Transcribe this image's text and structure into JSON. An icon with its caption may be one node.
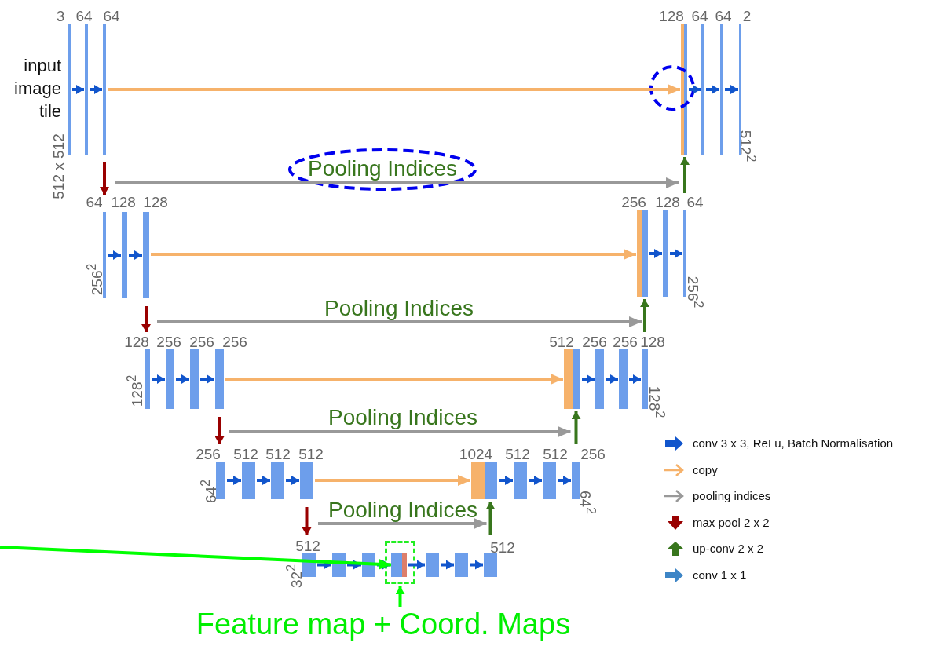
{
  "diagram": {
    "nodes": [
      {
        "text": [],
        "shape": "bar",
        "beside": [
          "3"
        ]
      },
      {
        "text": [],
        "shape": "bar",
        "beside": [
          "64"
        ]
      },
      {
        "text": [],
        "shape": "bar",
        "beside": [
          "64"
        ]
      },
      {
        "text": [],
        "shape": "bar",
        "beside": [
          "128"
        ]
      },
      {
        "text": [],
        "shape": "bar",
        "beside": [
          "64"
        ]
      },
      {
        "text": [],
        "shape": "bar",
        "beside": [
          "64"
        ]
      },
      {
        "text": [],
        "shape": "bar",
        "beside": [
          "2"
        ]
      },
      {
        "text": [],
        "shape": "bar",
        "beside": [
          "64"
        ]
      },
      {
        "text": [],
        "shape": "bar",
        "beside": [
          "128"
        ]
      },
      {
        "text": [],
        "shape": "bar",
        "beside": [
          "128"
        ]
      },
      {
        "text": [],
        "shape": "bar",
        "beside": [
          "256"
        ]
      },
      {
        "text": [],
        "shape": "bar",
        "beside": [
          "128"
        ]
      },
      {
        "text": [],
        "shape": "bar",
        "beside": [
          "64"
        ]
      },
      {
        "text": [],
        "shape": "bar",
        "beside": [
          "128"
        ]
      },
      {
        "text": [],
        "shape": "bar",
        "beside": [
          "256"
        ]
      },
      {
        "text": [],
        "shape": "bar",
        "beside": [
          "256"
        ]
      },
      {
        "text": [],
        "shape": "bar",
        "beside": [
          "256"
        ]
      },
      {
        "text": [],
        "shape": "bar",
        "beside": [
          "512"
        ]
      },
      {
        "text": [],
        "shape": "bar",
        "beside": [
          "256"
        ]
      },
      {
        "text": [],
        "shape": "bar",
        "beside": [
          "256"
        ]
      },
      {
        "text": [],
        "shape": "bar",
        "beside": [
          "128"
        ]
      },
      {
        "text": [],
        "shape": "bar",
        "beside": [
          "256"
        ]
      },
      {
        "text": [],
        "shape": "bar",
        "beside": [
          "512"
        ]
      },
      {
        "text": [],
        "shape": "bar",
        "beside": [
          "512"
        ]
      },
      {
        "text": [],
        "shape": "bar",
        "beside": [
          "512"
        ]
      },
      {
        "text": [],
        "shape": "bar",
        "beside": [
          "1024"
        ]
      },
      {
        "text": [],
        "shape": "bar",
        "beside": [
          "512"
        ]
      },
      {
        "text": [],
        "shape": "bar",
        "beside": [
          "512"
        ]
      },
      {
        "text": [],
        "shape": "bar",
        "beside": [
          "256"
        ]
      },
      {
        "text": [],
        "shape": "bar",
        "beside": [
          "512"
        ]
      },
      {
        "text": [],
        "shape": "bar"
      },
      {
        "text": [],
        "shape": "bar"
      },
      {
        "text": [],
        "shape": "box"
      },
      {
        "text": [],
        "shape": "bar",
        "in": 32
      },
      {
        "text": [],
        "shape": "bar"
      },
      {
        "text": [],
        "shape": "bar"
      },
      {
        "text": [],
        "shape": "bar",
        "beside": [
          "512"
        ]
      },
      {
        "text": [
          "Feature map + Coord. Maps"
        ]
      }
    ],
    "edges": [
      {
        "from": 0,
        "to": 1,
        "arrow": "to"
      },
      {
        "from": 1,
        "to": 2,
        "arrow": "to"
      },
      {
        "from": 3,
        "to": 4,
        "arrow": "to"
      },
      {
        "from": 4,
        "to": 5,
        "arrow": "to"
      },
      {
        "from": 5,
        "to": 6,
        "arrow": "to"
      },
      {
        "from": 2,
        "to": 3,
        "arrow": "to",
        "color": "#f6b26b"
      },
      {
        "from": 2,
        "to": 7,
        "arrow": "to",
        "color": "#990000"
      },
      {
        "from": null,
        "to": 3,
        "arrow": "to",
        "color": "#999999"
      },
      {
        "from": 12,
        "to": 3,
        "arrow": "to",
        "color": "#38761d"
      },
      {
        "from": 7,
        "to": 8,
        "arrow": "to"
      },
      {
        "from": 8,
        "to": 9,
        "arrow": "to"
      },
      {
        "from": 10,
        "to": 11,
        "arrow": "to"
      },
      {
        "from": 11,
        "to": 12,
        "arrow": "to"
      },
      {
        "from": 9,
        "to": 10,
        "arrow": "to",
        "color": "#f6b26b"
      },
      {
        "from": 9,
        "to": 13,
        "arrow": "to",
        "color": "#990000"
      },
      {
        "from": null,
        "to": 10,
        "arrow": "to",
        "color": "#999999"
      },
      {
        "from": 20,
        "to": 10,
        "arrow": "to",
        "color": "#38761d"
      },
      {
        "from": 13,
        "to": 14,
        "arrow": "to"
      },
      {
        "from": 14,
        "to": 15,
        "arrow": "to"
      },
      {
        "from": 15,
        "to": 16,
        "arrow": "to"
      },
      {
        "from": 17,
        "to": 18,
        "arrow": "to"
      },
      {
        "from": 18,
        "to": 19,
        "arrow": "to"
      },
      {
        "from": 19,
        "to": 20,
        "arrow": "to"
      },
      {
        "from": 16,
        "to": 17,
        "arrow": "to",
        "color": "#f6b26b"
      },
      {
        "from": 16,
        "to": 21,
        "arrow": "to",
        "color": "#990000"
      },
      {
        "from": null,
        "to": 17,
        "arrow": "to",
        "color": "#999999"
      },
      {
        "from": 28,
        "to": 17,
        "arrow": "to",
        "color": "#38761d"
      },
      {
        "from": 21,
        "to": 22,
        "arrow": "to"
      },
      {
        "from": 22,
        "to": 23,
        "arrow": "to"
      },
      {
        "from": 23,
        "to": 24,
        "arrow": "to"
      },
      {
        "from": 25,
        "to": 26,
        "arrow": "to"
      },
      {
        "from": 26,
        "to": 27,
        "arrow": "to"
      },
      {
        "from": 27,
        "to": 28,
        "arrow": "to"
      },
      {
        "from": 24,
        "to": 25,
        "arrow": "to",
        "color": "#f6b26b"
      },
      {
        "from": 24,
        "to": 29,
        "arrow": "to",
        "color": "#990000"
      },
      {
        "from": null,
        "to": 25,
        "arrow": "to",
        "color": "#999999"
      },
      {
        "from": 36,
        "to": 25,
        "arrow": "to",
        "color": "#38761d"
      },
      {
        "from": 29,
        "to": 30,
        "arrow": "to"
      },
      {
        "from": 30,
        "to": 31,
        "arrow": "to"
      },
      {
        "from": 31,
        "to": 33,
        "arrow": "to"
      },
      {
        "from": 33,
        "to": 34,
        "arrow": "to"
      },
      {
        "from": 34,
        "to": 35,
        "arrow": "to"
      },
      {
        "from": 35,
        "to": 36,
        "arrow": "to"
      },
      {
        "from": null,
        "to": 33,
        "arrow": "to",
        "color": "#00ff00"
      },
      {
        "from": 37,
        "to": 32,
        "arrow": "to",
        "color": "#00ff00"
      }
    ],
    "labels": [
      "input image tile",
      "512 x 512",
      "512$^{2}$",
      "Pooling Indices",
      "256$^{2}$",
      "256$^{2}$",
      "Pooling Indices",
      "128$^{2}$",
      "128$^{2}$",
      "Pooling Indices",
      "64$^{2}$",
      "64$^{2}$",
      "Pooling Indices",
      "32$^{2}$"
    ],
    "legend": [
      {
        "text": "conv 3 x 3, ReLu, Batch Normalisation"
      },
      {
        "text": "copy"
      },
      {
        "text": "pooling indices"
      },
      {
        "text": "max pool 2 x 2"
      },
      {
        "text": "up-conv 2 x 2"
      },
      {
        "text": "conv 1 x 1"
      }
    ]
  }
}
